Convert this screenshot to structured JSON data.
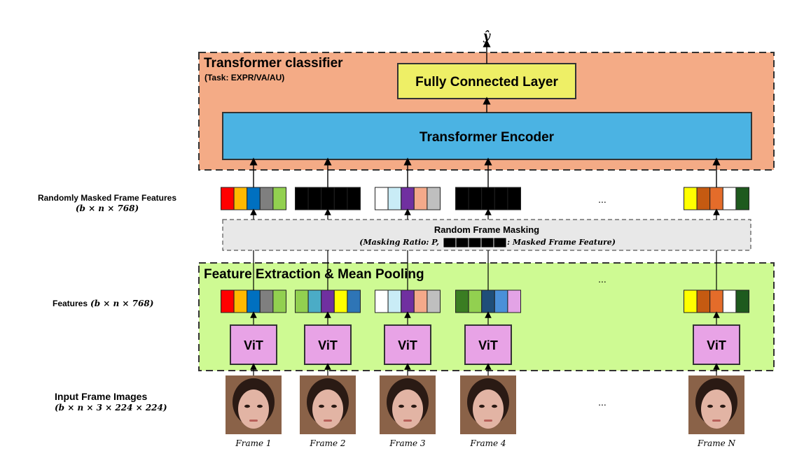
{
  "output_symbol": "ŷ",
  "classifier": {
    "title": "Transformer classifier",
    "task": "(Task: EXPR/VA/AU)",
    "fc_label": "Fully Connected Layer",
    "encoder_label": "Transformer Encoder"
  },
  "masked_features": {
    "label": "Randomly Masked Frame Features",
    "shape": "(b × n × 768)",
    "ellipsis": "...",
    "groups": [
      [
        "#ff0000",
        "#ffb900",
        "#0070c0",
        "#7f7f7f",
        "#92d050"
      ],
      [
        "#000000",
        "#000000",
        "#000000",
        "#000000",
        "#000000"
      ],
      [
        "#ffffff",
        "#c9ecf6",
        "#7030a0",
        "#f4a98a",
        "#bfbfbf"
      ],
      [
        "#000000",
        "#000000",
        "#000000",
        "#000000",
        "#000000"
      ],
      [
        "#ffff00",
        "#c55a11",
        "#e46c2a",
        "#ffffff",
        "#1e5a1e"
      ]
    ]
  },
  "masking": {
    "title": "Random Frame Masking",
    "detail_left": "(Masking Ratio: P,",
    "detail_right": ": Masked Frame Feature)"
  },
  "extraction": {
    "title": "Feature Extraction & Mean Pooling",
    "features_label": "Features",
    "features_shape": "(b × n × 768)",
    "ellipsis": "...",
    "vit_label": "ViT",
    "groups": [
      [
        "#ff0000",
        "#ffb900",
        "#0070c0",
        "#7f7f7f",
        "#92d050"
      ],
      [
        "#92d050",
        "#4bacc6",
        "#7030a0",
        "#ffff00",
        "#2e75b6"
      ],
      [
        "#ffffff",
        "#c9ecf6",
        "#7030a0",
        "#f4a98a",
        "#bfbfbf"
      ],
      [
        "#3a7d22",
        "#92d050",
        "#1f4e79",
        "#4a90d9",
        "#e3a3e6"
      ],
      [
        "#ffff00",
        "#c55a11",
        "#e46c2a",
        "#ffffff",
        "#1e5a1e"
      ]
    ]
  },
  "inputs": {
    "label": "Input Frame Images",
    "shape": "(b × n × 3 × 224 × 224)",
    "ellipsis": "...",
    "frames": [
      "Frame 1",
      "Frame 2",
      "Frame 3",
      "Frame 4",
      "Frame N"
    ]
  },
  "colors": {
    "classifier_bg": "#f4ab86",
    "encoder_fill": "#4bb3e3",
    "fc_fill": "#eeef66",
    "extraction_bg": "#cefa93",
    "vit_fill": "#e8a3e6",
    "masking_bg": "#e8e8e8"
  }
}
